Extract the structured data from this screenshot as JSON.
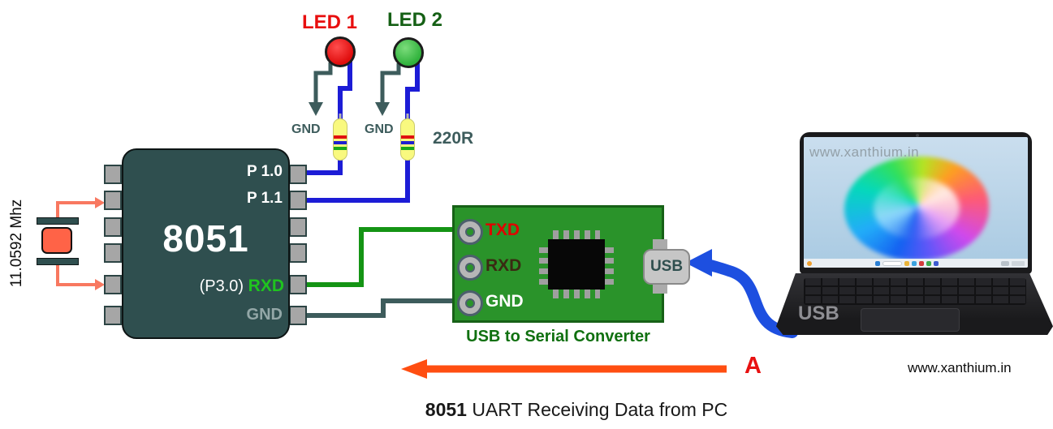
{
  "page": {
    "caption_bold": "8051",
    "caption_rest": " UART Receiving Data from PC",
    "website": "www.xanthium.in"
  },
  "annotation": {
    "data_flow_label": "A"
  },
  "mcu": {
    "name": "8051",
    "pin_p10": "P 1.0",
    "pin_p11": "P 1.1",
    "rxd_port": "(P3.0)",
    "rxd_pin": "RXD",
    "gnd_pin": "GND",
    "crystal_frequency": "11.0592 Mhz"
  },
  "led_circuit": {
    "led1_label": "LED 1",
    "led2_label": "LED 2",
    "led1_gnd_label": "GND",
    "led2_gnd_label": "GND",
    "resistor_value": "220R"
  },
  "converter": {
    "title": "USB to Serial Converter",
    "pad_txd": "TXD",
    "pad_rxd": "RXD",
    "pad_gnd": "GND",
    "usb_port_label": "USB"
  },
  "laptop": {
    "screen_watermark": "www.xanthium.in",
    "cable_label": "USB"
  },
  "icons": {
    "taskbar": [
      "weather-icon",
      "windows-icon",
      "search-box",
      "edge-icon",
      "folder-icon",
      "store-icon",
      "chrome-icon",
      "mail-icon",
      "tray-icons",
      "clock"
    ]
  },
  "colors": {
    "wire_blue": "#1c1cd6",
    "wire_green": "#149414",
    "wire_dark_slate": "#3d5c5c",
    "crystal_wire_salmon": "#f87860",
    "board_green": "#2a932a",
    "chip_slate": "#2f4f4f",
    "arrow_orange": "#ff4e11",
    "cable_arrow_blue": "#1d4fe0",
    "led1_red": "#df0d0d",
    "led2_green": "#30b23c"
  }
}
